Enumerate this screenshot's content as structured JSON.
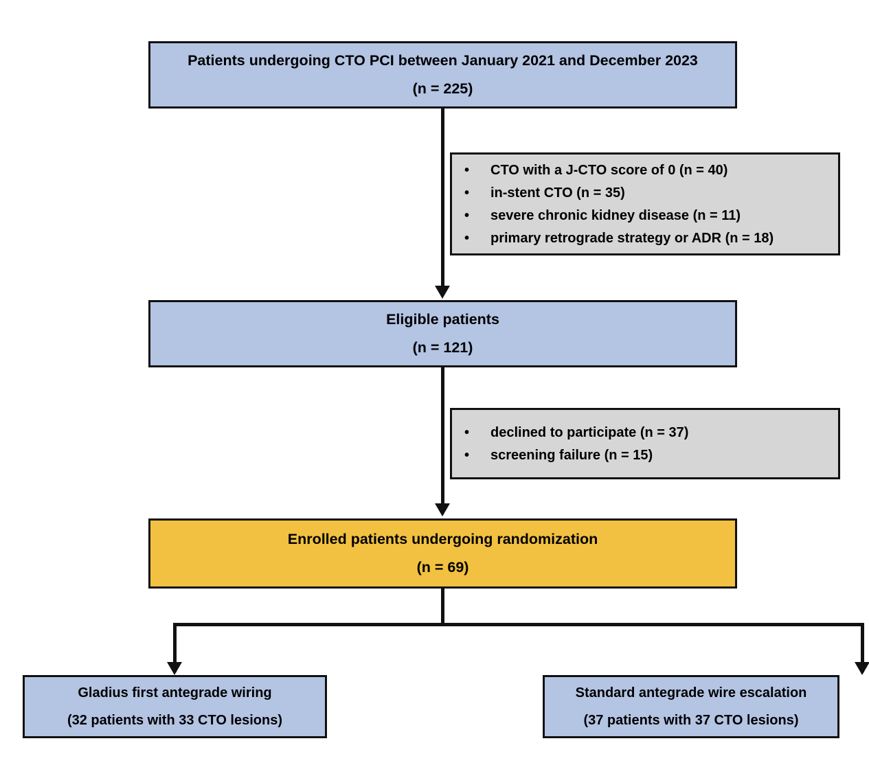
{
  "diagram": {
    "type": "consort-flow-diagram",
    "title": "CTO PCI randomized trial participant flow",
    "colors": {
      "primary_box": "#b4c4e3",
      "highlight_box": "#f2c141",
      "note_box": "#d6d6d6",
      "border": "#111111",
      "connector": "#111111",
      "background": "#ffffff",
      "text": "#000000"
    }
  },
  "nodes": {
    "enrollment": {
      "line1": "Patients undergoing CTO PCI between January 2021 and December 2023",
      "line2": "(n = 225)",
      "count": 225
    },
    "eligible": {
      "line1": "Eligible patients",
      "line2": "(n = 121)",
      "count": 121
    },
    "randomized": {
      "line1": "Enrolled patients undergoing randomization",
      "line2": "(n = 69)",
      "count": 69
    },
    "arm_left": {
      "line1": "Gladius first antegrade wiring",
      "line2": "(32 patients with 33 CTO lesions)",
      "patients": 32,
      "lesions": 33
    },
    "arm_right": {
      "line1": "Standard antegrade wire escalation",
      "line2": "(37 patients with 37 CTO lesions)",
      "patients": 37,
      "lesions": 37
    }
  },
  "notes": {
    "exclusions_1": {
      "bullet_glyph": "•",
      "items": [
        {
          "text": "CTO with a J-CTO score of 0 (n = 40)",
          "n": 40
        },
        {
          "text": "in-stent CTO (n = 35)",
          "n": 35
        },
        {
          "text": "severe chronic kidney disease (n = 11)",
          "n": 11
        },
        {
          "text": "primary retrograde strategy or ADR (n = 18)",
          "n": 18
        }
      ]
    },
    "exclusions_2": {
      "bullet_glyph": "•",
      "items": [
        {
          "text": "declined to participate (n = 37)",
          "n": 37
        },
        {
          "text": "screening failure (n = 15)",
          "n": 15
        }
      ]
    }
  }
}
